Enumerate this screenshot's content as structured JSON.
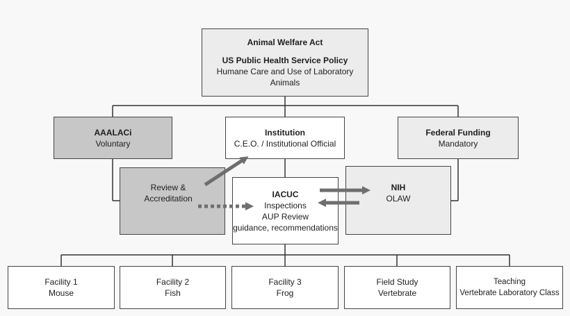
{
  "top": {
    "line1": "Animal Welfare Act",
    "line2": "US Public Health Service Policy",
    "line3": "Humane Care and Use of Laboratory Animals"
  },
  "aaalac": {
    "title": "AAALACi",
    "subtitle": "Voluntary"
  },
  "institution": {
    "title": "Institution",
    "subtitle": "C.E.O. / Institutional Official"
  },
  "federal": {
    "title": "Federal Funding",
    "subtitle": "Mandatory"
  },
  "review": {
    "line1": "Review &",
    "line2": "Accreditation"
  },
  "iacuc": {
    "title": "IACUC",
    "line1": "Inspections",
    "line2": "AUP Review",
    "line3": "guidance, recommendations"
  },
  "nih": {
    "title": "NIH",
    "subtitle": "OLAW"
  },
  "facilities": [
    {
      "line1": "Facility 1",
      "line2": "Mouse"
    },
    {
      "line1": "Facility 2",
      "line2": "Fish"
    },
    {
      "line1": "Facility 3",
      "line2": "Frog"
    },
    {
      "line1": "Field Study",
      "line2": "Vertebrate"
    },
    {
      "line1": "Teaching",
      "line2": "Vertebrate Laboratory Class"
    }
  ],
  "colors": {
    "line": "#333333",
    "arrow": "#6e6e6e",
    "box_white": "#ffffff",
    "box_light": "#ececec",
    "box_mid": "#c7c7c7"
  }
}
